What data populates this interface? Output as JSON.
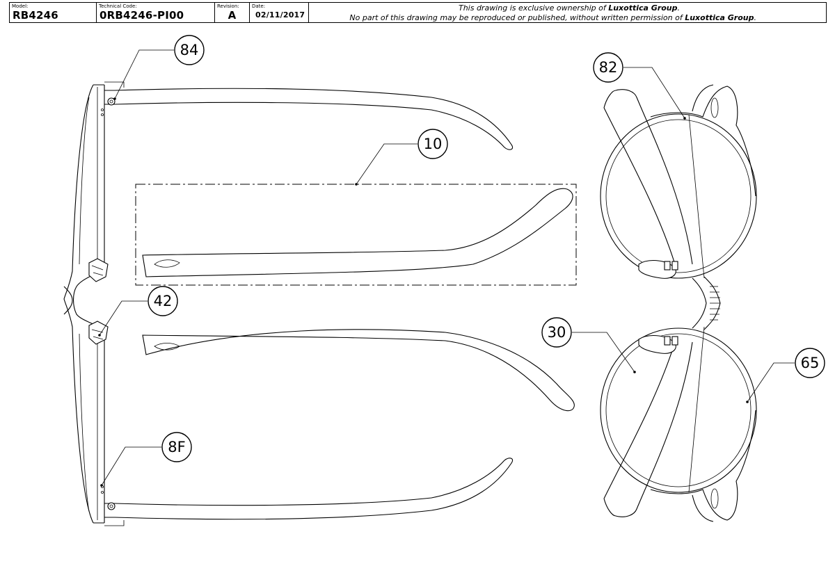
{
  "title_block": {
    "model_label": "Model:",
    "model_value": "RB4246",
    "tech_label": "Technical Code:",
    "tech_value": "0RB4246-PI00",
    "rev_label": "Revision:",
    "rev_value": "A",
    "date_label": "Date:",
    "date_value": "02/11/2017",
    "notice_line1_pre": "This drawing is exclusive ownership of ",
    "notice_line1_bold": "Luxottica Group",
    "notice_line1_post": ".",
    "notice_line2_pre": "No part of this drawing may be reproduced or published, without written permission of ",
    "notice_line2_bold": "Luxottica Group",
    "notice_line2_post": "."
  },
  "callouts": {
    "c84": "84",
    "c10": "10",
    "c42": "42",
    "c8F": "8F",
    "c82": "82",
    "c30": "30",
    "c65": "65"
  }
}
